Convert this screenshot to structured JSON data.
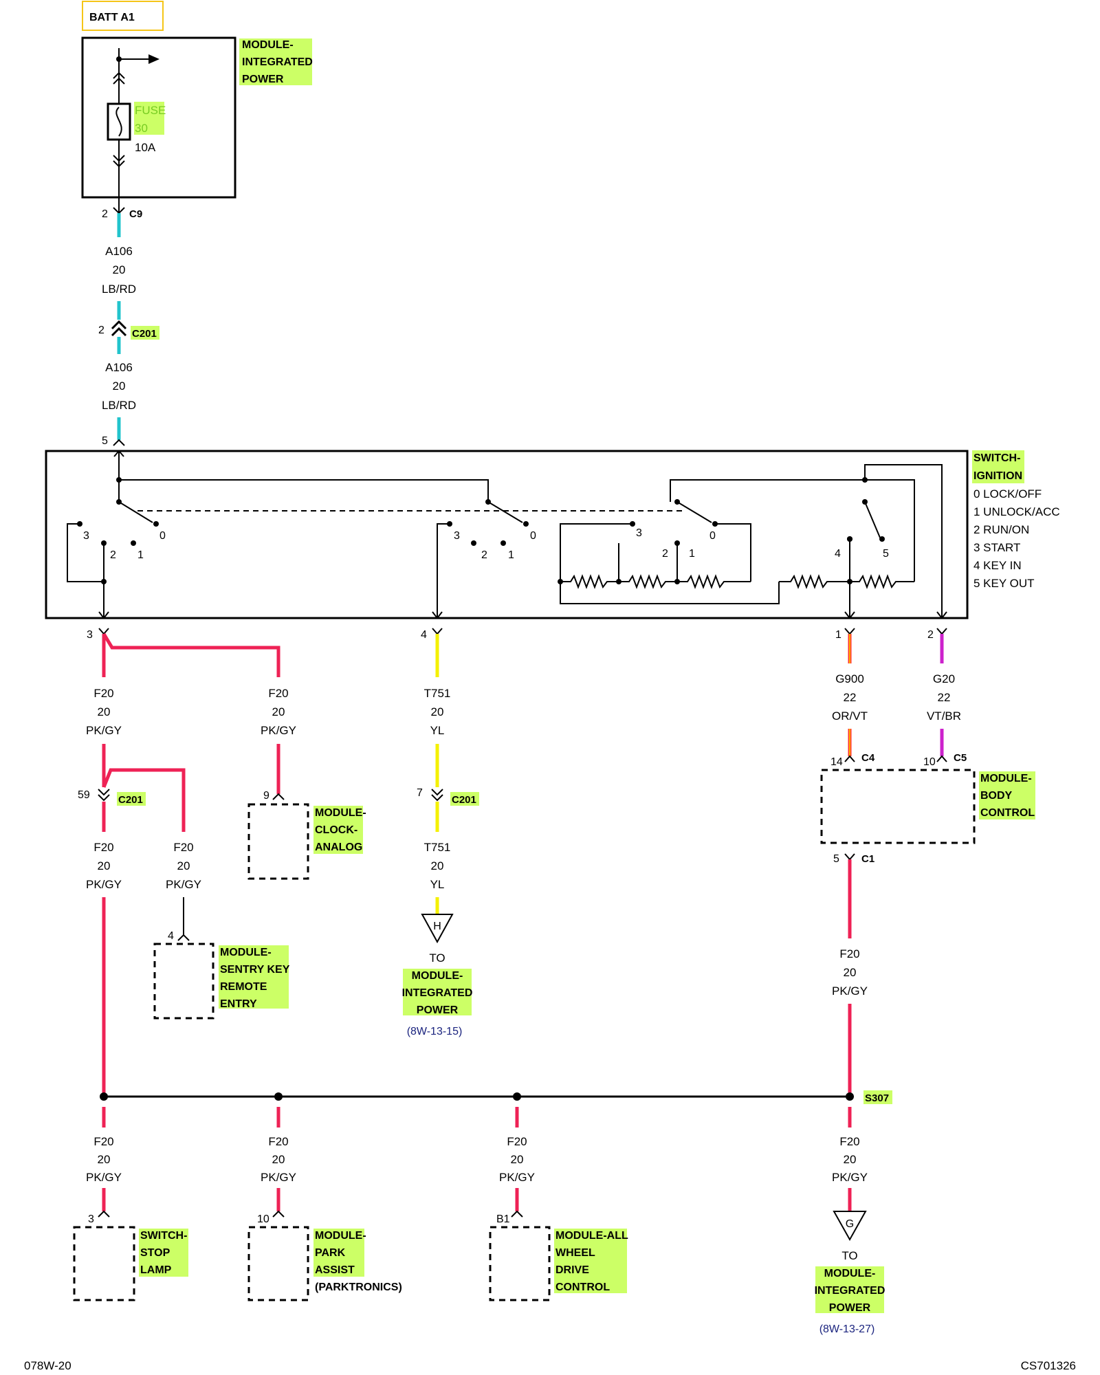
{
  "batt": "BATT A1",
  "fuse_module": {
    "l1": "MODULE-",
    "l2": "INTEGRATED",
    "l3": "POWER"
  },
  "fuse": {
    "name": "FUSE",
    "num": "30",
    "rating": "10A"
  },
  "conn_c9": {
    "pin": "2",
    "name": "C9"
  },
  "wire_a106": {
    "circuit": "A106",
    "gauge": "20",
    "color": "LB/RD"
  },
  "conn_c201_a": {
    "pin": "2",
    "name": "C201"
  },
  "switch_pin5": "5",
  "switch": {
    "l1": "SWITCH-",
    "l2": "IGNITION",
    "positions": [
      "0 LOCK/OFF",
      "1 UNLOCK/ACC",
      "2 RUN/ON",
      "3 START",
      "4 KEY IN",
      "5 KEY OUT"
    ],
    "contact_labels": {
      "n0": "0",
      "n1": "1",
      "n2": "2",
      "n3": "3",
      "n4": "4",
      "n5": "5"
    }
  },
  "pins_out": {
    "p3": "3",
    "p4": "4",
    "p1": "1",
    "p2": "2"
  },
  "wire_f20": {
    "circuit": "F20",
    "gauge": "20",
    "color": "PK/GY"
  },
  "wire_t751": {
    "circuit": "T751",
    "gauge": "20",
    "color": "YL"
  },
  "wire_g900": {
    "circuit": "G900",
    "gauge": "22",
    "color": "OR/VT"
  },
  "wire_g20": {
    "circuit": "G20",
    "gauge": "22",
    "color": "VT/BR"
  },
  "conn_c201_b": {
    "pin": "59",
    "name": "C201"
  },
  "conn_c201_c": {
    "pin": "7",
    "name": "C201"
  },
  "clock": {
    "pin": "9",
    "l1": "MODULE-",
    "l2": "CLOCK-",
    "l3": "ANALOG"
  },
  "sentry": {
    "pin": "4",
    "l1": "MODULE-",
    "l2": "SENTRY KEY",
    "l3": "REMOTE",
    "l4": "ENTRY"
  },
  "to_h": {
    "letter": "H",
    "to": "TO",
    "l1": "MODULE-",
    "l2": "INTEGRATED",
    "l3": "POWER",
    "ref": "(8W-13-15)"
  },
  "bcm": {
    "c4_pin": "14",
    "c4": "C4",
    "c5_pin": "10",
    "c5": "C5",
    "c1_pin": "5",
    "c1": "C1",
    "l1": "MODULE-",
    "l2": "BODY",
    "l3": "CONTROL"
  },
  "splice": "S307",
  "stop_lamp": {
    "pin": "3",
    "l1": "SWITCH-",
    "l2": "STOP",
    "l3": "LAMP"
  },
  "park_assist": {
    "pin": "10",
    "l1": "MODULE-",
    "l2": "PARK",
    "l3": "ASSIST",
    "l4": "(PARKTRONICS)"
  },
  "awd": {
    "pin": "B1",
    "l1": "MODULE-ALL",
    "l2": "WHEEL",
    "l3": "DRIVE",
    "l4": "CONTROL"
  },
  "to_g": {
    "letter": "G",
    "to": "TO",
    "l1": "MODULE-",
    "l2": "INTEGRATED",
    "l3": "POWER",
    "ref": "(8W-13-27)"
  },
  "footer_left": "078W-20",
  "footer_right": "CS701326",
  "colors": {
    "lb_rd": "#22c4cc",
    "pk_gy": "#ee2255",
    "yl": "#f4f000",
    "or_vt": "#ff3333",
    "or_vt_core": "#ffaa00",
    "vt_br": "#cc22cc",
    "highlight": "#ccff66",
    "batt_box": "#f5c518"
  }
}
